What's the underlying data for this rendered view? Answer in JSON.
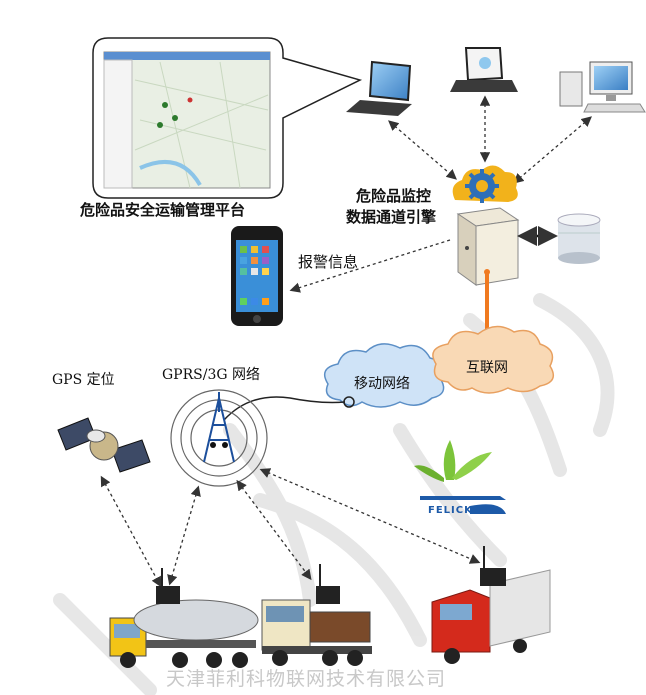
{
  "platform_label": "危险品安全运输管理平台",
  "engine_label_line1": "危险品监控",
  "engine_label_line2": "数据通道引擎",
  "alarm_label": "报警信息",
  "gps_label": "GPS 定位",
  "gprs_label": "GPRS/3G  网络",
  "mobile_network_label": "移动网络",
  "internet_label": "互联网",
  "brand_logo_text": "FELICK",
  "footer_company": "天津菲利科物联网技术有限公司",
  "colors": {
    "arrow": "#333333",
    "orange_link": "#f07a20",
    "cloud_blue": "#cfe3f7",
    "cloud_orange": "#f9d9b5",
    "engine_gold": "#f2b21b",
    "truck_red": "#d42a1c",
    "truck_yellow": "#f2c416",
    "watermark": "#d9d9d9"
  }
}
